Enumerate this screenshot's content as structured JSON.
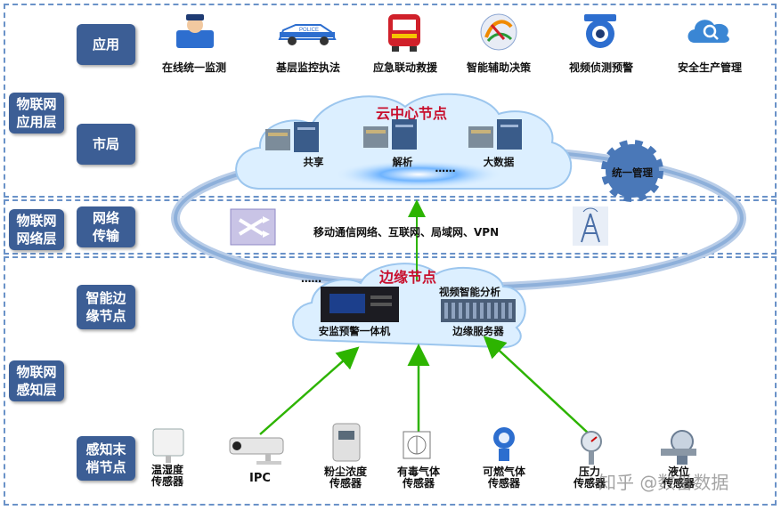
{
  "layers": {
    "app_layer": "物联网\n应用层",
    "network_layer": "物联网\n网络层",
    "perception_layer": "物联网\n感知层"
  },
  "tiers": {
    "application": "应用",
    "city": "市局",
    "network_transport": "网络\n传输",
    "edge_node": "智能边\n缘节点",
    "sensor_node": "感知末\n梢节点"
  },
  "applications": [
    {
      "label": "在线统一监测",
      "icon": "monitor-officer-icon"
    },
    {
      "label": "基层监控执法",
      "icon": "police-car-icon"
    },
    {
      "label": "应急联动救援",
      "icon": "fire-truck-icon"
    },
    {
      "label": "智能辅助决策",
      "icon": "decision-globe-icon"
    },
    {
      "label": "视频侦测预警",
      "icon": "cctv-camera-icon"
    },
    {
      "label": "安全生产管理",
      "icon": "cloud-search-icon"
    }
  ],
  "cloud": {
    "title": "云中心节点",
    "items": [
      "共享",
      "解析",
      "……",
      "大数据"
    ],
    "manage": "统一管理"
  },
  "network": {
    "text": "移动通信网络、互联网、局域网、VPN",
    "icons": [
      "switch-icon",
      "antenna-tower-icon"
    ]
  },
  "edge": {
    "title": "边缘节点",
    "ellipsis": "……",
    "device": "安监预警一体机",
    "video": "视频智能分析",
    "server": "边缘服务器"
  },
  "sensors": [
    {
      "label": "温湿度\n传感器",
      "icon": "humidity-sensor-icon"
    },
    {
      "label": "IPC",
      "icon": "ipc-camera-icon"
    },
    {
      "label": "粉尘浓度\n传感器",
      "icon": "dust-sensor-icon"
    },
    {
      "label": "有毒气体\n传感器",
      "icon": "toxic-gas-sensor-icon"
    },
    {
      "label": "可燃气体\n传感器",
      "icon": "combustible-gas-sensor-icon"
    },
    {
      "label": "压力\n传感器",
      "icon": "pressure-sensor-icon"
    },
    {
      "label": "液位\n传感器",
      "icon": "level-sensor-icon"
    }
  ],
  "watermark": "知乎 @数番数据",
  "colors": {
    "tag": "#3c5e95",
    "arrow": "#2db400",
    "cloud": "#dcefff",
    "ring": "#7fa2d1",
    "title_red": "#c8102e"
  }
}
